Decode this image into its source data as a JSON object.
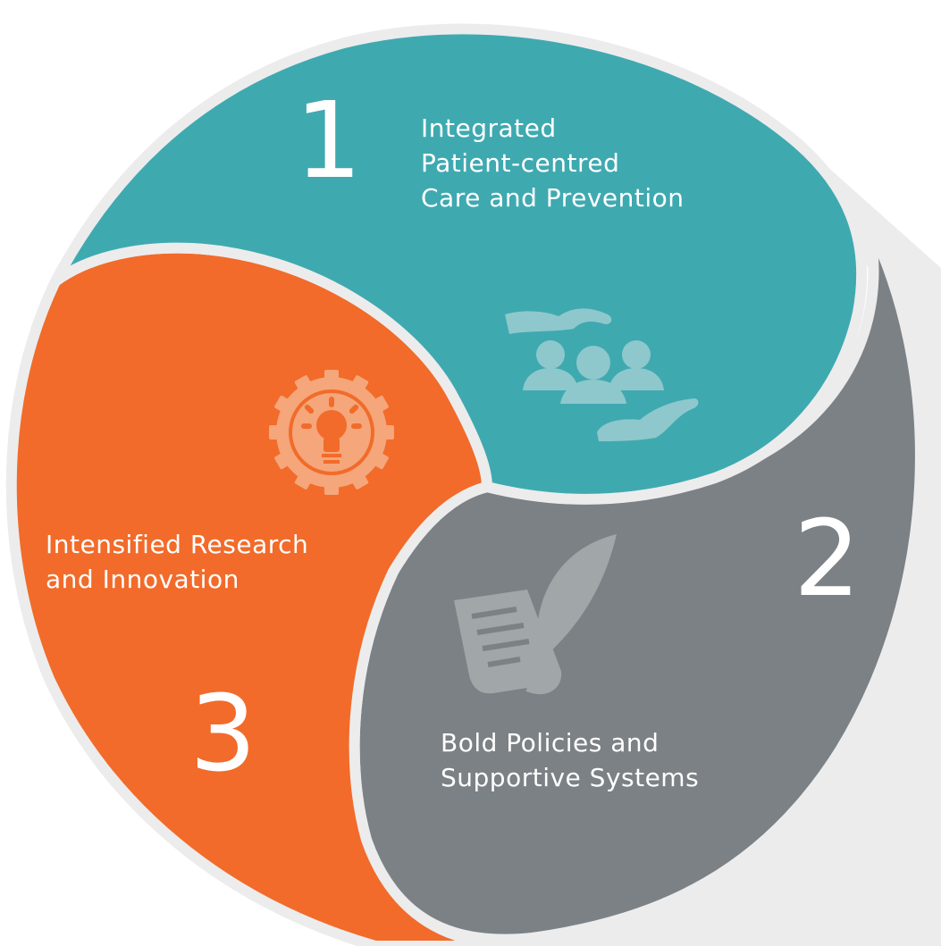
{
  "colors": {
    "teal": "#3fa9b0",
    "gray": "#7b8185",
    "orange": "#f26b2a",
    "shadow": "#ececec",
    "separator": "#ececec"
  },
  "segments": [
    {
      "number": "1",
      "lines": [
        "Integrated",
        "Patient-centred",
        "Care and Prevention"
      ],
      "icon": "hands-people-icon"
    },
    {
      "number": "2",
      "lines": [
        "Bold Policies and",
        "Supportive Systems"
      ],
      "icon": "document-quill-icon"
    },
    {
      "number": "3",
      "lines": [
        "Intensified Research",
        "and Innovation"
      ],
      "icon": "gear-lightbulb-icon"
    }
  ]
}
